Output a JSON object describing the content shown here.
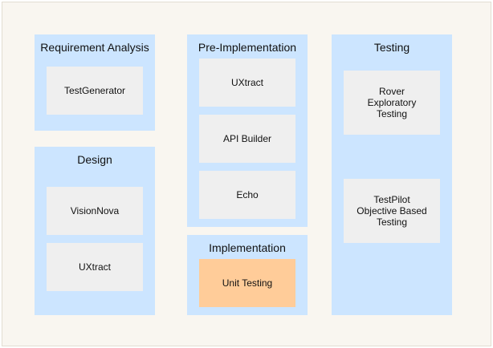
{
  "groups": {
    "requirement_analysis": {
      "title": "Requirement Analysis",
      "items": [
        "TestGenerator"
      ]
    },
    "design": {
      "title": "Design",
      "items": [
        "VisionNova",
        "UXtract"
      ]
    },
    "pre_implementation": {
      "title": "Pre-Implementation",
      "items": [
        "UXtract",
        "API Builder",
        "Echo"
      ]
    },
    "implementation": {
      "title": "Implementation",
      "items": [
        "Unit Testing"
      ]
    },
    "testing": {
      "title": "Testing",
      "items": [
        "Rover\nExploratory\nTesting",
        "TestPilot\nObjective Based\nTesting"
      ]
    }
  },
  "colors": {
    "canvas": "#f9f6f0",
    "group_fill": "#cce5ff",
    "card_fill": "#efefef",
    "highlight_fill": "#ffcc99"
  }
}
